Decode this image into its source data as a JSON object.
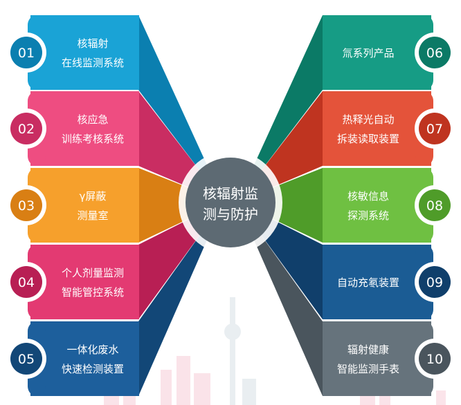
{
  "center": {
    "line1": "核辐射监",
    "line2": "测与防护"
  },
  "left_items": [
    {
      "num": "01",
      "line1": "核辐射",
      "line2": "在线监测系统",
      "color": "#1aa3d6",
      "dark": "#0b7fb0"
    },
    {
      "num": "02",
      "line1": "核应急",
      "line2": "训练考核系统",
      "color": "#ee4d81",
      "dark": "#c92d62"
    },
    {
      "num": "03",
      "line1": "γ屏蔽",
      "line2": "测量室",
      "color": "#f6a02c",
      "dark": "#d97f14"
    },
    {
      "num": "04",
      "line1": "个人剂量监测",
      "line2": "智能管控系统",
      "color": "#e33a72",
      "dark": "#b81f54"
    },
    {
      "num": "05",
      "line1": "一体化废水",
      "line2": "快速检测装置",
      "color": "#1d5f9c",
      "dark": "#124777"
    }
  ],
  "right_items": [
    {
      "num": "06",
      "line1": "氚系列产品",
      "line2": "",
      "color": "#169c85",
      "dark": "#0b7a66"
    },
    {
      "num": "07",
      "line1": "热释光自动",
      "line2": "拆装读取装置",
      "color": "#e4533a",
      "dark": "#bf3420"
    },
    {
      "num": "08",
      "line1": "核敏信息",
      "line2": "探测系统",
      "color": "#6fc042",
      "dark": "#4f9c29"
    },
    {
      "num": "09",
      "line1": "自动充氡装置",
      "line2": "",
      "color": "#1b5c94",
      "dark": "#103f6b"
    },
    {
      "num": "10",
      "line1": "辐射健康",
      "line2": "智能监测手表",
      "color": "#66737c",
      "dark": "#4a555d"
    }
  ]
}
